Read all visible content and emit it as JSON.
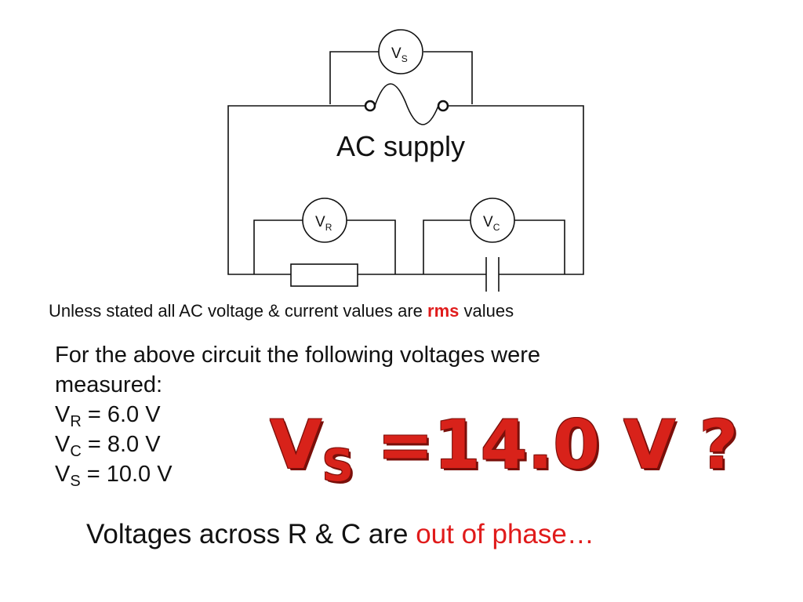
{
  "diagram": {
    "supply_label": "AC supply",
    "meters": [
      {
        "symbol": "V",
        "subscript": "S"
      },
      {
        "symbol": "V",
        "subscript": "R"
      },
      {
        "symbol": "V",
        "subscript": "C"
      }
    ]
  },
  "note": {
    "prefix": "Unless stated all AC voltage & current values are ",
    "highlight": "rms",
    "suffix": " values"
  },
  "measurement": {
    "intro": "For the above circuit the following voltages were measured:",
    "rows": [
      {
        "symbol": "V",
        "subscript": "R",
        "value": " = 6.0 V"
      },
      {
        "symbol": "V",
        "subscript": "C",
        "value": " = 8.0 V"
      },
      {
        "symbol": "V",
        "subscript": "S",
        "value": " = 10.0 V"
      }
    ]
  },
  "question": {
    "symbol": "V",
    "subscript": "S",
    "text": " =14.0 V ?"
  },
  "phase": {
    "prefix": "Voltages across R & C are ",
    "highlight": "out of phase…"
  },
  "colors": {
    "highlight": "#e01b1b",
    "big_text": "#d8221a"
  }
}
